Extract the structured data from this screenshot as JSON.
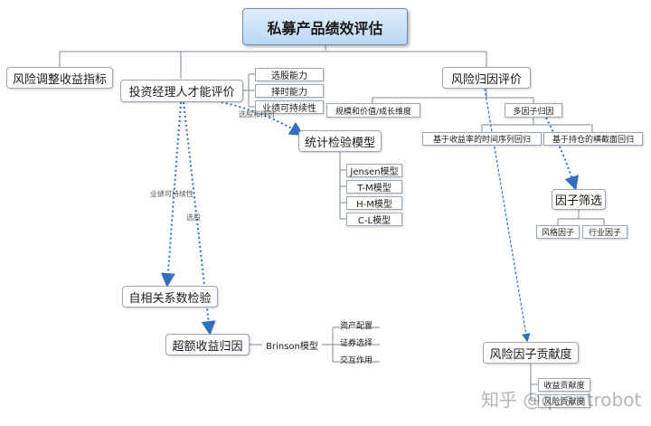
{
  "title": "私募产品绩效评估",
  "nodes": {
    "risk_adjusted": "风险调整收益指标",
    "manager_eval": "投资经理人才能评价",
    "stock_picking": "选股能力",
    "timing": "择时能力",
    "sustainability": "业绩可持续性",
    "stat_test": "统计检验模型",
    "jensen": "Jensen模型",
    "tm": "T-M模型",
    "hm": "H-M模型",
    "cl": "C-L模型",
    "autocorr": "自相关系数检验",
    "excess_attr": "超额收益归因",
    "brinson": "Brinson模型",
    "asset_alloc": "资产配置",
    "security_sel": "证券选择",
    "interaction": "交互作用",
    "risk_attr": "风险归因评价",
    "scale_value": "规模和价值/成长维度",
    "multifactor": "多因子归因",
    "ts_reg": "基于收益率的时间序列回归",
    "cs_reg": "基于持仓的横截面回归",
    "factor_screen": "因子筛选",
    "style_factor": "风格因子",
    "industry_factor": "行业因子",
    "factor_contrib": "风险因子贡献度",
    "return_contrib": "收益贡献度",
    "risk_contrib": "风险贡献度"
  },
  "edge_labels": {
    "timing_stock": "选股和择时",
    "sustain": "业绩可持续性",
    "stock": "选股"
  },
  "watermark": "知乎 @quantrobot",
  "colors": {
    "line": "#7c8896",
    "dotted": "#2f6fc4",
    "root_fill": "#c8def5"
  }
}
